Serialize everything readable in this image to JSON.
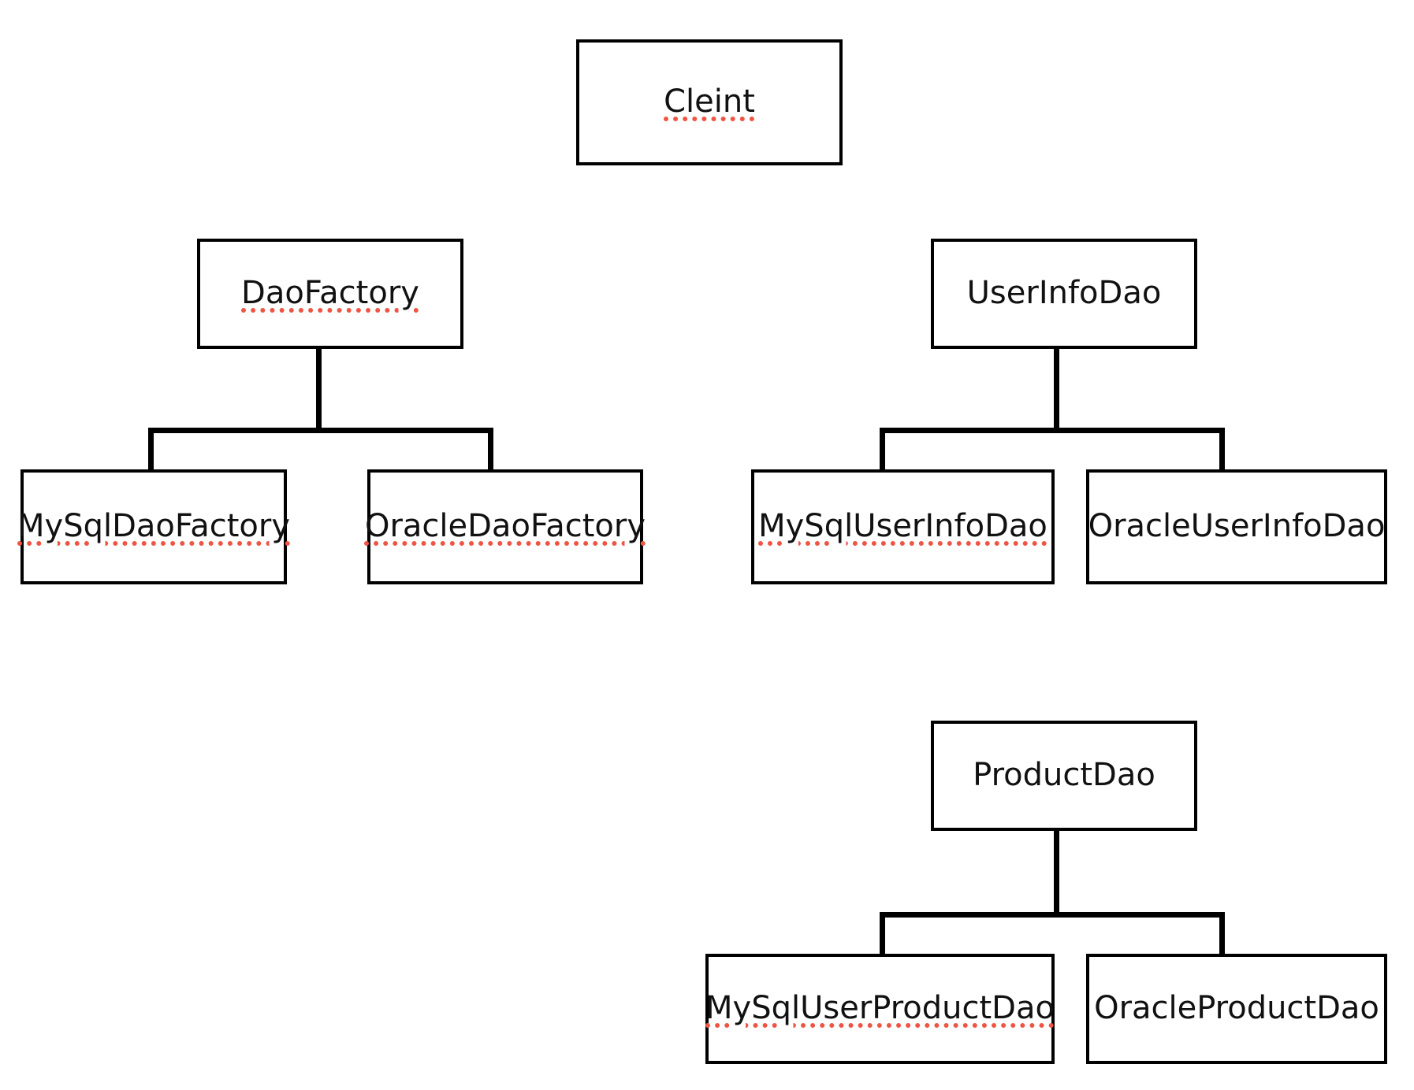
{
  "diagram": {
    "type": "class-hierarchy-diagram",
    "title": "DAO Abstract Factory class diagram",
    "spellcheck_underline_color": "#ee5544",
    "box_border_color": "#000000",
    "connector_color": "#000000",
    "background_color": "#ffffff",
    "groups": [
      {
        "id": "client",
        "name": "client-group",
        "parent": {
          "id": "cleint",
          "label": "Cleint",
          "misspelled": true
        },
        "children": []
      },
      {
        "id": "dao-factory",
        "name": "dao-factory-group",
        "parent": {
          "id": "daofactory",
          "label": "DaoFactory",
          "misspelled": true
        },
        "children": [
          {
            "id": "mysqldaofactory",
            "label": "MySqlDaoFactory",
            "misspelled": true
          },
          {
            "id": "oracledaofactory",
            "label": "OracleDaoFactory",
            "misspelled": true
          }
        ]
      },
      {
        "id": "user-info-dao",
        "name": "user-info-dao-group",
        "parent": {
          "id": "userinfodao",
          "label": "UserInfoDao",
          "misspelled": false
        },
        "children": [
          {
            "id": "mysqluserinfodao",
            "label": "MySqlUserInfoDao",
            "misspelled": true
          },
          {
            "id": "oracleuserinfodao",
            "label": "OracleUserInfoDao",
            "misspelled": false
          }
        ]
      },
      {
        "id": "product-dao",
        "name": "product-dao-group",
        "parent": {
          "id": "productdao",
          "label": "ProductDao",
          "misspelled": false
        },
        "children": [
          {
            "id": "mysqluserproductdao",
            "label": "MySqlUserProductDao",
            "misspelled": true
          },
          {
            "id": "oracleproductdao",
            "label": "OracleProductDao",
            "misspelled": false
          }
        ]
      }
    ],
    "nodes": {
      "cleint": "Cleint",
      "daofactory": "DaoFactory",
      "mysqldaofactory": "MySqlDaoFactory",
      "oracledaofactory": "OracleDaoFactory",
      "userinfodao": "UserInfoDao",
      "mysqluserinfodao": "MySqlUserInfoDao",
      "oracleuserinfodao": "OracleUserInfoDao",
      "productdao": "ProductDao",
      "mysqluserproductdao": "MySqlUserProductDao",
      "oracleproductdao": "OracleProductDao"
    }
  }
}
